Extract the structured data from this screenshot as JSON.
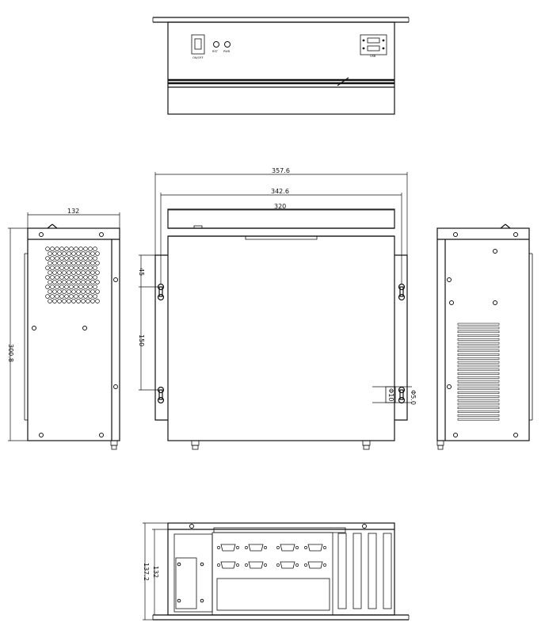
{
  "front_panel": {
    "switch_label": "ON/OFF",
    "button1_label": "RST",
    "button2_label": "PWR",
    "usb_label": "USB"
  },
  "dimensions": {
    "side_depth": "132",
    "side_height": "300.8",
    "overall_width": "357.6",
    "flange_width": "342.6",
    "body_width": "320",
    "keyhole_upper": "45",
    "keyhole_spacing": "150",
    "keyhole_dia": "Φ5.0",
    "keyhole_small": "Φ10",
    "top_depth": "132",
    "top_overall": "137.2"
  }
}
